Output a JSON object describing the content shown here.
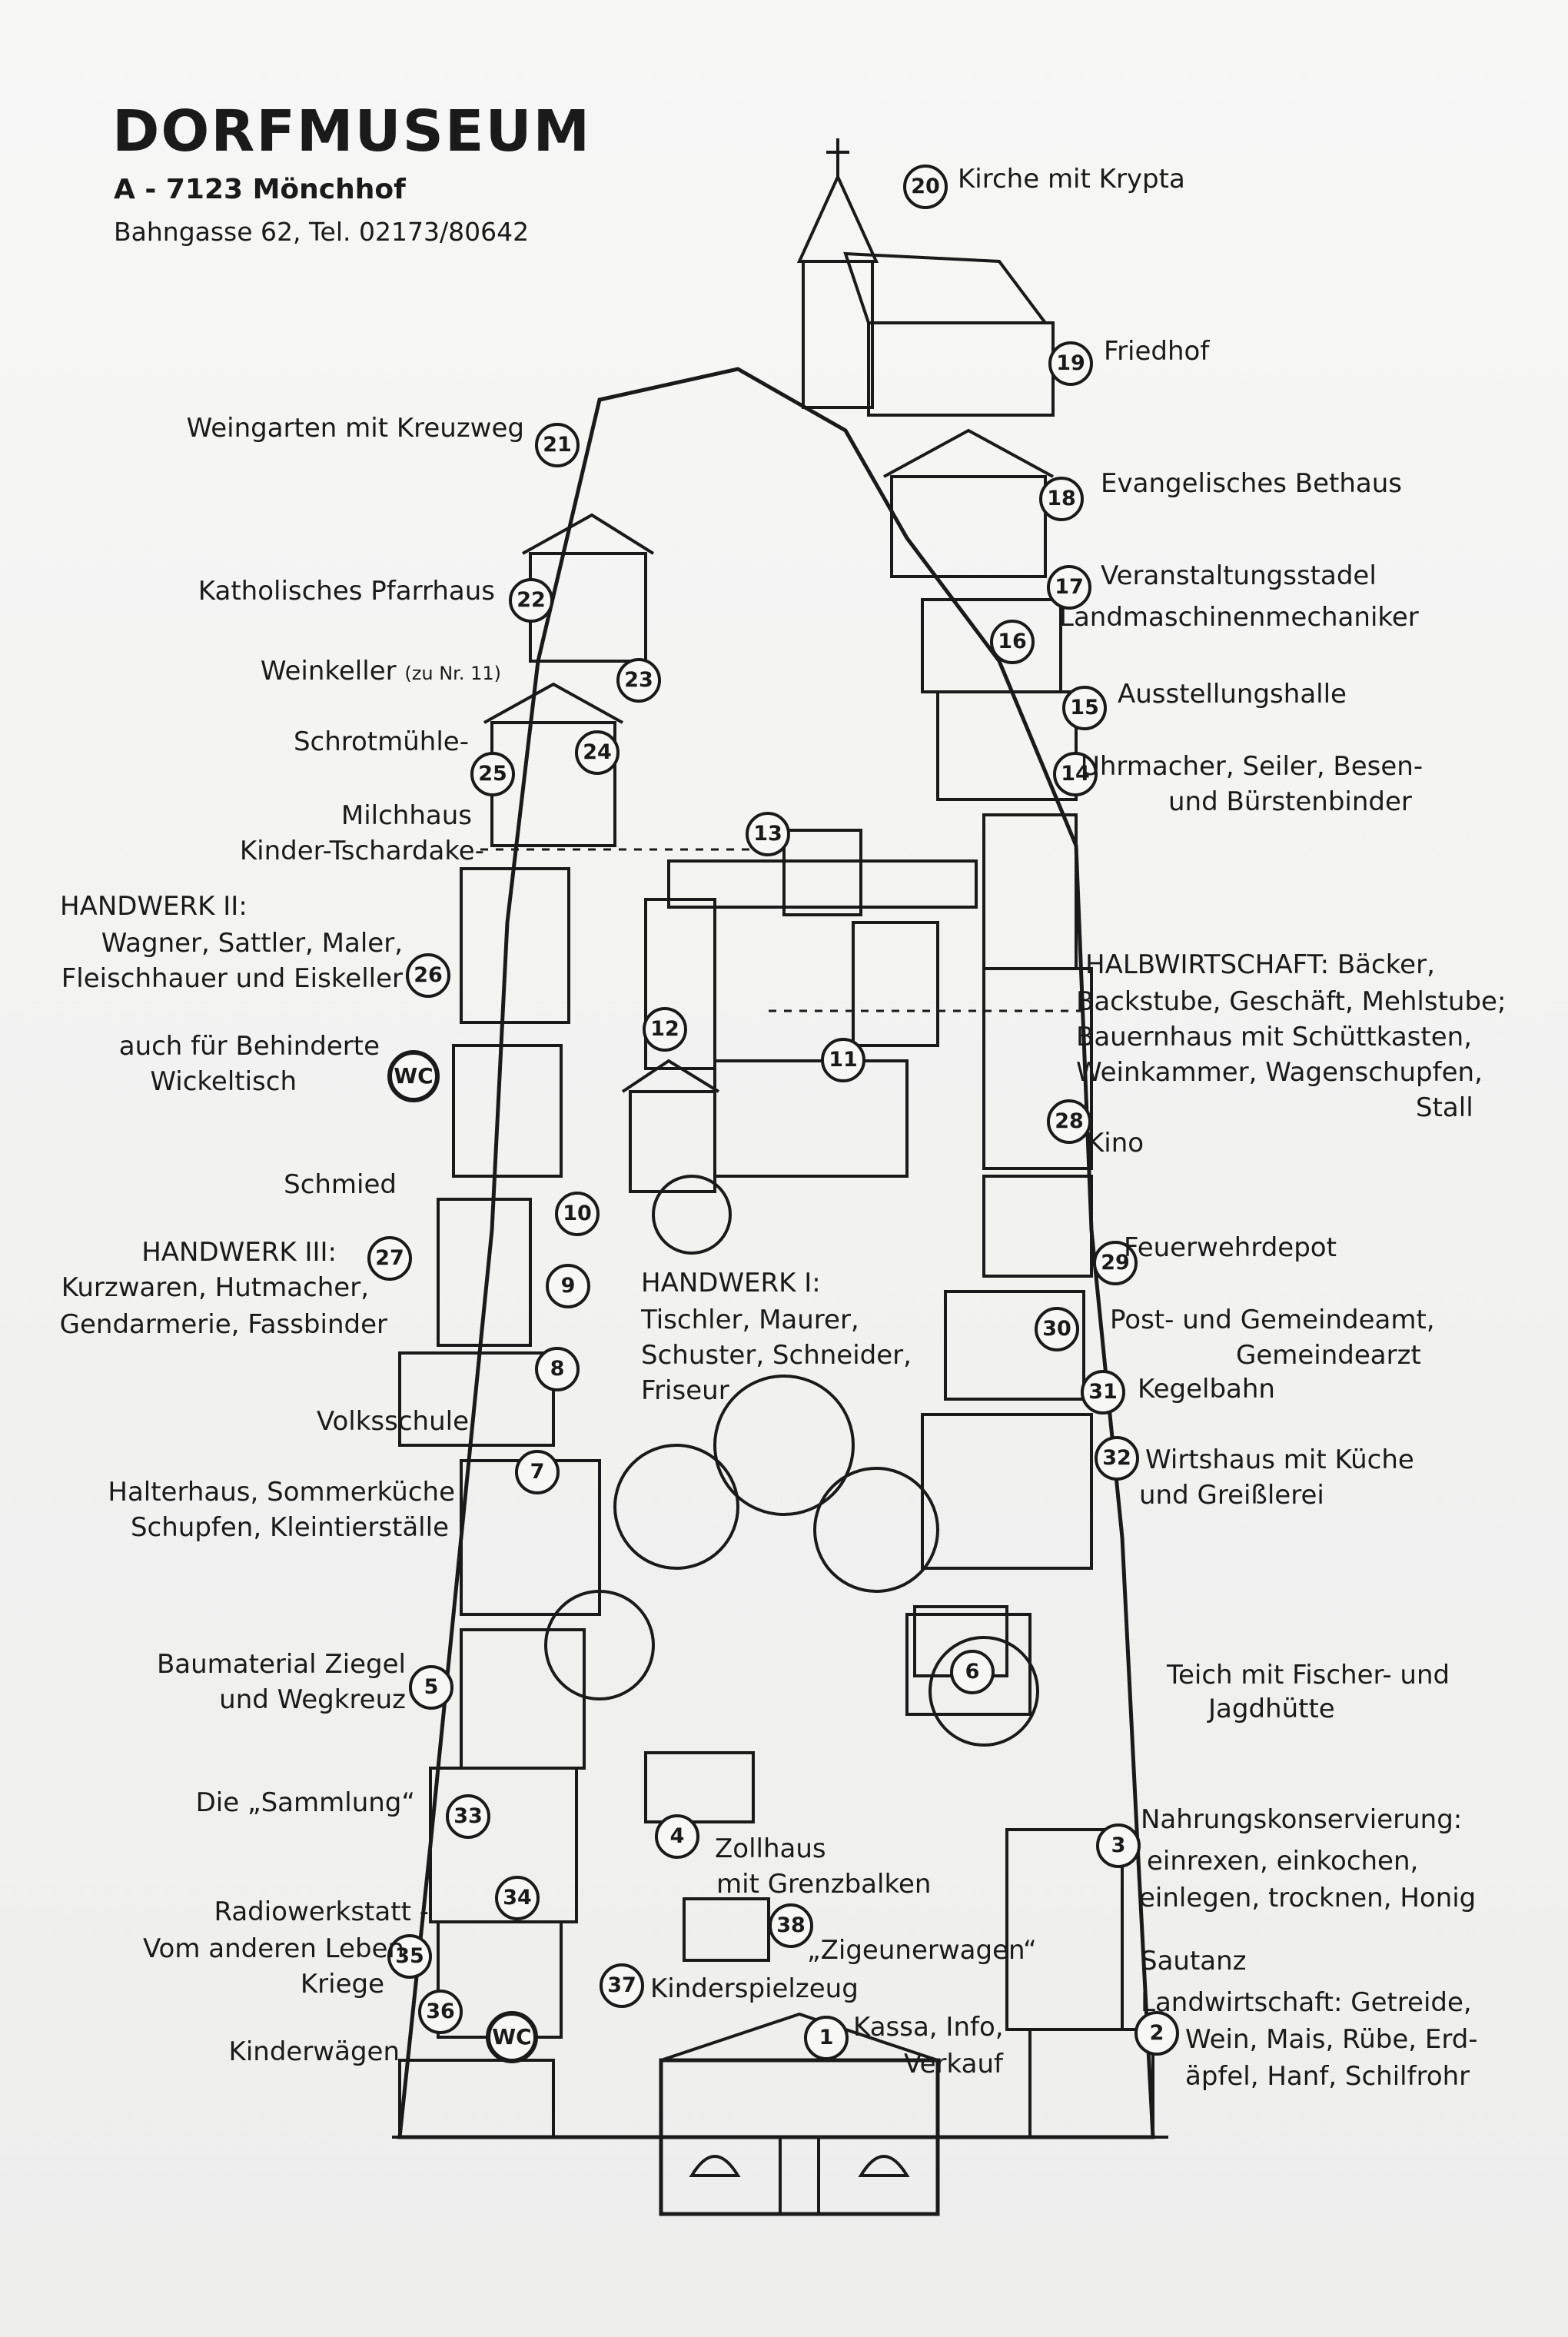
{
  "header": {
    "title": "DORFMUSEUM",
    "address_line1": "A - 7123 Mönchhof",
    "address_line2": "Bahngasse 62, Tel. 02173/80642"
  },
  "stations": {
    "n1": "1",
    "n2": "2",
    "n3": "3",
    "n4": "4",
    "n5": "5",
    "n6": "6",
    "n7": "7",
    "n8": "8",
    "n9": "9",
    "n10": "10",
    "n11": "11",
    "n12": "12",
    "n13": "13",
    "n14": "14",
    "n15": "15",
    "n16": "16",
    "n17": "17",
    "n18": "18",
    "n19": "19",
    "n20": "20",
    "n21": "21",
    "n22": "22",
    "n23": "23",
    "n24": "24",
    "n25": "25",
    "n26": "26",
    "n27": "27",
    "n28": "28",
    "n29": "29",
    "n30": "30",
    "n31": "31",
    "n32": "32",
    "n33": "33",
    "n34": "34",
    "n35": "35",
    "n36": "36",
    "n37": "37",
    "n38": "38",
    "wc": "WC"
  },
  "labels": {
    "l20": "Kirche mit Krypta",
    "l19": "Friedhof",
    "l21": "Weingarten mit Kreuzweg",
    "l18": "Evangelisches Bethaus",
    "l22": "Katholisches Pfarrhaus",
    "l17a": "Veranstaltungsstadel",
    "l16": "Landmaschinenmechaniker",
    "l23_main": "Weinkeller",
    "l23_small": "(zu Nr. 11)",
    "l15": "Ausstellungshalle",
    "l25": "Schrotmühle-",
    "l14a": "Uhrmacher, Seiler, Besen-",
    "l14b": "und Bürstenbinder",
    "l26a": "Milchhaus",
    "l26b": "Kinder-Tschardake-",
    "hw2_title": "HANDWERK II:",
    "hw2_a": "Wagner, Sattler, Maler,",
    "hw2_b": "Fleischhauer und Eiskeller",
    "hw_halb_a": "HALBWIRTSCHAFT: Bäcker,",
    "hw_halb_b": "Backstube, Geschäft, Mehlstube;",
    "hw_halb_c": "Bauernhaus mit Schüttkasten,",
    "hw_halb_d": "Weinkammer, Wagenschupfen,",
    "hw_halb_e": "Stall",
    "wc_a": "auch für Behinderte",
    "wc_b": "Wickeltisch",
    "l28": "Kino",
    "schmied": "Schmied",
    "hw3_title": "HANDWERK III:",
    "hw3_a": "Kurzwaren, Hutmacher,",
    "hw3_b": "Gendarmerie, Fassbinder",
    "l29": "Feuerwehrdepot",
    "hw1_title": "HANDWERK I:",
    "hw1_a": "Tischler, Maurer,",
    "hw1_b": "Schuster, Schneider,",
    "hw1_c": "Friseur",
    "l30a": "Post- und Gemeindeamt,",
    "l30b": "Gemeindearzt",
    "l31": "Kegelbahn",
    "volks": "Volksschule",
    "l32a": "Wirtshaus mit Küche",
    "l32b": "und  Greißlerei",
    "l7a": "Halterhaus, Sommerküche",
    "l7b": "Schupfen, Kleintierställe",
    "l5a": "Baumaterial Ziegel",
    "l5b": "und Wegkreuz",
    "l6a": "Teich mit Fischer- und",
    "l6b": "Jagdhütte",
    "l33": "Die „Sammlung“",
    "l3a": "Nahrungskonservierung:",
    "l3b": "einrexen, einkochen,",
    "l3c": "einlegen, trocknen, Honig",
    "l4a": "Zollhaus",
    "l4b": "mit Grenzbalken",
    "l34": "Radiowerkstatt -",
    "l35a": "Vom anderen Leben",
    "l35b": "Kriege",
    "l38": "„Zigeunerwagen“",
    "l2a": "Sautanz",
    "l2b": "Landwirtschaft: Getreide,",
    "l2c": "Wein, Mais, Rübe, Erd-",
    "l2d": "äpfel, Hanf, Schilfrohr",
    "l37": "Kinderspielzeug",
    "l1a": "Kassa, Info,",
    "l1b": "Verkauf",
    "l36": "Kinderwägen"
  }
}
